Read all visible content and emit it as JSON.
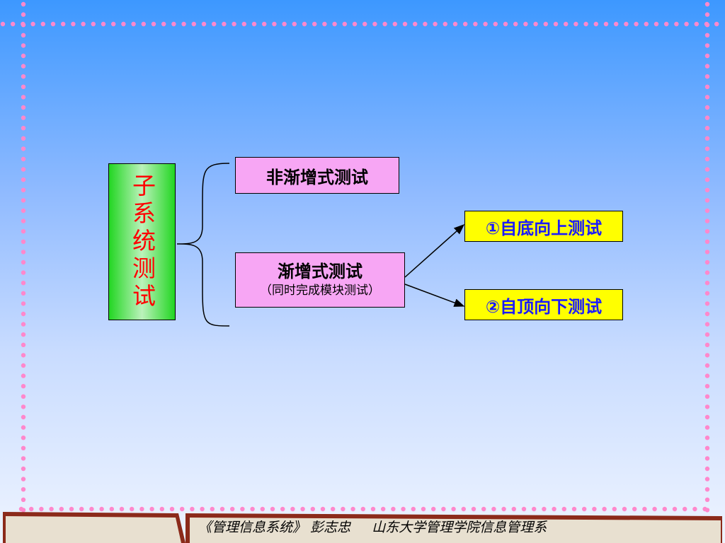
{
  "diagram": {
    "root": {
      "label": "子系统测试"
    },
    "branches": [
      {
        "label": "非渐增式测试"
      },
      {
        "label": "渐增式测试",
        "note": "（同时完成模块测试）"
      }
    ],
    "sub_branches": [
      {
        "label": "①自底向上测试"
      },
      {
        "label": "②自顶向下测试"
      }
    ]
  },
  "footer": {
    "course": "《管理信息系统》 彭志忠",
    "institution": "山东大学管理学院信息管理系"
  },
  "colors": {
    "background_top": "#3d98ff",
    "dots": "#ff88cc",
    "root_fill": "#22d622",
    "root_text": "#ff0000",
    "branch_fill": "#f7a6f4",
    "sub_fill": "#ffff00",
    "sub_text": "#1a1aff"
  }
}
